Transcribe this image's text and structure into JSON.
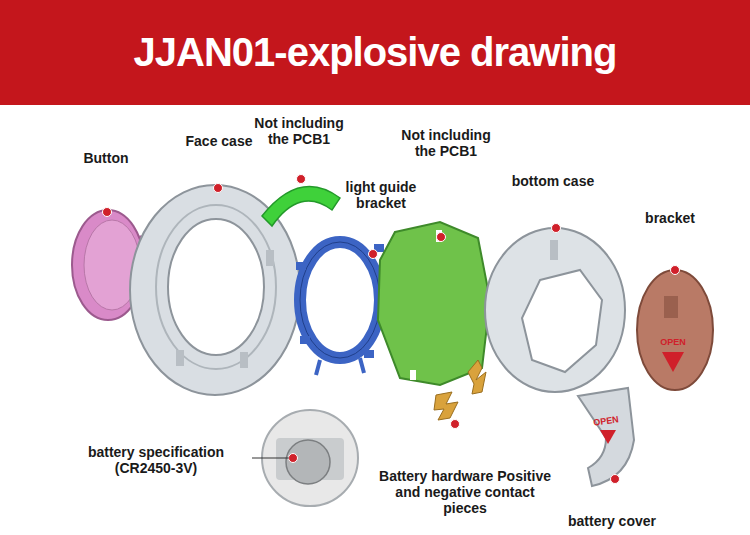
{
  "diagram": {
    "title": "JJAN01-explosive drawing",
    "labels": [
      "Button",
      "Face case",
      "Not including the PCB1",
      "light guide bracket",
      "Not including the PCB1",
      "bottom case",
      "bracket",
      "battery specification (CR2450-3V)",
      "Battery hardware Positive and negative contact pieces",
      "battery cover",
      "OPEN",
      "OPEN"
    ]
  }
}
